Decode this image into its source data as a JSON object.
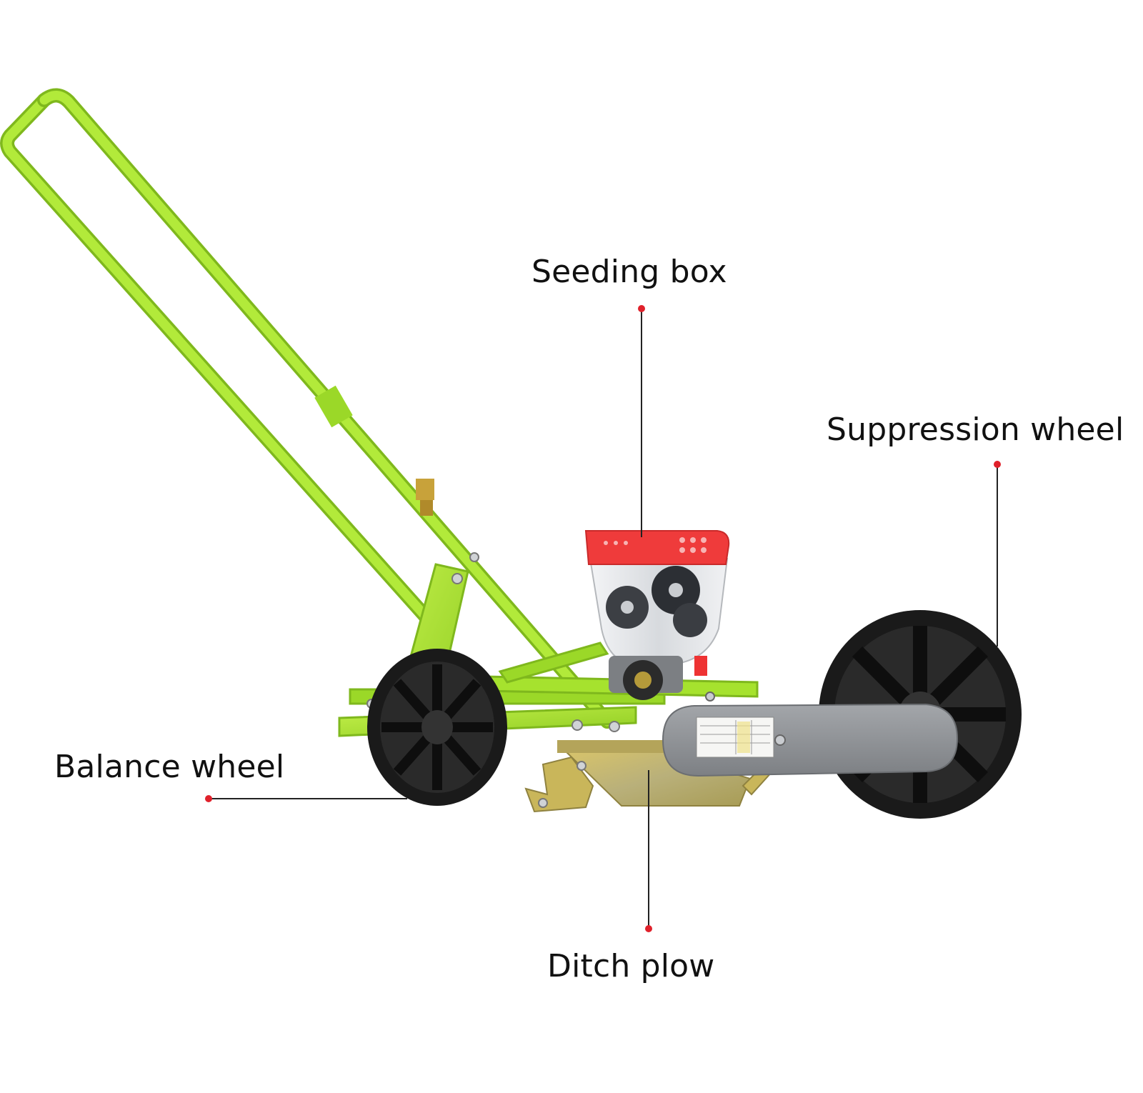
{
  "labels": {
    "seeding_box": "Seeding box",
    "suppression_wheel": "Suppression wheel",
    "balance_wheel": "Balance wheel",
    "ditch_plow": "Ditch plow"
  },
  "colors": {
    "frame": "#a6e22e",
    "frame_dark": "#7fb81d",
    "hopper_lid": "#ef3b3b",
    "wheel": "#1a1a1a",
    "cover_plate": "#8f9296",
    "plow": "#c9b65a",
    "leader_line": "#222222",
    "leader_dot": "#e0212b"
  }
}
